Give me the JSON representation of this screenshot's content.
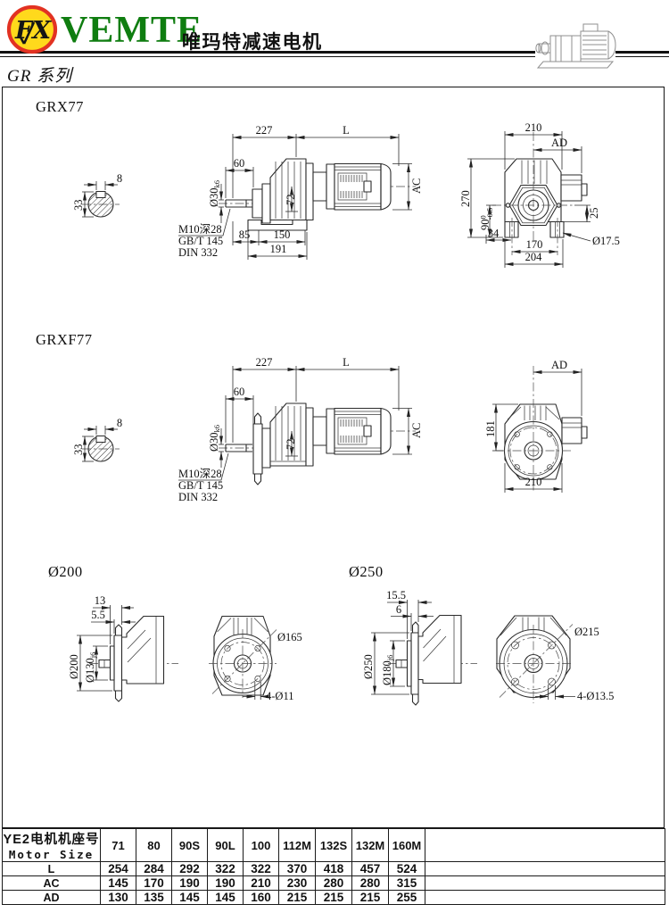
{
  "header": {
    "logo_monogram": "FX",
    "brand": "VEMTE",
    "brand_cn": "唯玛特减速电机",
    "series": "GR 系列"
  },
  "sections": {
    "grx77": {
      "title": "GRX77",
      "key": {
        "d8": "8",
        "d33": "33"
      },
      "side": {
        "d227": "227",
        "dL": "L",
        "d60": "60",
        "shaft_dia": "Ø30",
        "shaft_tol": "k6",
        "d72": "72",
        "ac": "AC",
        "d85": "85",
        "d150": "150",
        "d191": "191",
        "note1": "M10深28",
        "note2": "GB/T 145",
        "note3": "DIN 332"
      },
      "rear": {
        "d210": "210",
        "ad": "AD",
        "d270": "270",
        "d90": "90",
        "d90tol_top": "0",
        "d90tol_bot": "-0.5",
        "d25": "25",
        "d34": "34",
        "hole": "Ø17.5",
        "d170": "170",
        "d204": "204"
      }
    },
    "grxf77": {
      "title": "GRXF77",
      "key": {
        "d8": "8",
        "d33": "33"
      },
      "side": {
        "d227": "227",
        "dL": "L",
        "d60": "60",
        "shaft_dia": "Ø30",
        "shaft_tol": "k6",
        "d72": "72",
        "ac": "AC",
        "note1": "M10深28",
        "note2": "GB/T 145",
        "note3": "DIN 332"
      },
      "rear": {
        "ad": "AD",
        "d181": "181",
        "d210": "210"
      }
    },
    "flange200": {
      "title": "Ø200",
      "d13": "13",
      "d55": "5.5",
      "od": "Ø200",
      "spigot": "Ø130",
      "spigot_tol": "j6",
      "bolt_circle": "Ø165",
      "holes": "4-Ø11"
    },
    "flange250": {
      "title": "Ø250",
      "d155": "15.5",
      "d6": "6",
      "od": "Ø250",
      "spigot": "Ø180",
      "spigot_tol": "j6",
      "bolt_circle": "Ø215",
      "holes": "4-Ø13.5"
    }
  },
  "table": {
    "row_header_cn": "YE2电机机座号",
    "row_header_en": "Motor Size",
    "columns": [
      "71",
      "80",
      "90S",
      "90L",
      "100",
      "112M",
      "132S",
      "132M",
      "160M"
    ],
    "rows": [
      {
        "label": "L",
        "values": [
          "254",
          "284",
          "292",
          "322",
          "322",
          "370",
          "418",
          "457",
          "524"
        ]
      },
      {
        "label": "AC",
        "values": [
          "145",
          "170",
          "190",
          "190",
          "210",
          "230",
          "280",
          "280",
          "315"
        ]
      },
      {
        "label": "AD",
        "values": [
          "130",
          "135",
          "145",
          "145",
          "160",
          "215",
          "215",
          "215",
          "255"
        ]
      }
    ]
  }
}
